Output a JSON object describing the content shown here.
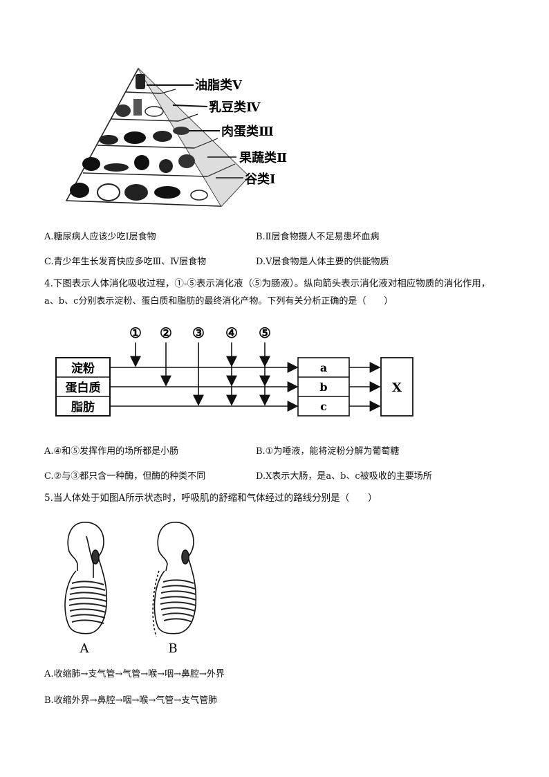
{
  "pyramid": {
    "labels": [
      "油脂类Ⅴ",
      "乳豆类Ⅳ",
      "肉蛋类Ⅲ",
      "果蔬类Ⅱ",
      "谷类Ⅰ"
    ]
  },
  "q3": {
    "options": {
      "A": "A.糖尿病人应该少吃Ⅰ层食物",
      "B": "B.Ⅱ层食物摄人不足易患坏血病",
      "C": "C.青少年生长发育快应多吃Ⅲ、Ⅳ层食物",
      "D": "D.Ⅴ层食物是人体主要的供能物质"
    }
  },
  "q4": {
    "stem_line1": "4.下图表示人体消化吸收过程，①-⑤表示消化液（⑤为肠液）。纵向箭头表示消化液对相应物质的消化作用，",
    "stem_line2": "a、b、c分别表示淀粉、蛋白质和脂肪的最终消化产物。下列有关分析正确的是（　　）",
    "diagram": {
      "fluids": [
        "①",
        "②",
        "③",
        "④",
        "⑤"
      ],
      "substances": [
        "淀粉",
        "蛋白质",
        "脂肪"
      ],
      "products": [
        "a",
        "b",
        "c"
      ],
      "x_label": "X"
    },
    "options": {
      "A": "A.④和⑤发挥作用的场所都是小肠",
      "B": "B.①为唾液，能将淀粉分解为葡萄糖",
      "C": "C.②与③都只含一种酶，但酶的种类不同",
      "D": "D.X表示大肠，是a、b、c被吸收的主要场所"
    }
  },
  "q5": {
    "stem": "5.当人体处于如图A所示状态时，呼吸肌的舒缩和气体经过的路线分别是（　　）",
    "figure_labels": [
      "A",
      "B"
    ],
    "options": {
      "A": "A.收缩肺→支气管→气管→喉→咽→鼻腔→外界",
      "B": "B.收缩外界→鼻腔→咽→喉→气管→支气管肺"
    }
  }
}
